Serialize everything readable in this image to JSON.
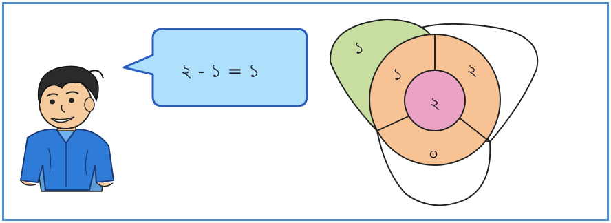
{
  "speech_bubble": {
    "text": "২ - ১ = ১"
  },
  "venn": {
    "regions": {
      "green_only": "১",
      "outer_left": "১",
      "outer_right": "২",
      "outer_bottom": "০",
      "center": "২"
    },
    "colors": {
      "green": "#c8dfa1",
      "orange": "#f7c294",
      "pink": "#eaa3c4",
      "bubble_fill": "#aee0fb",
      "bubble_stroke": "#2a5fc0",
      "frame": "#4f8ccc"
    }
  },
  "character": {
    "icon": "boy-icon"
  }
}
